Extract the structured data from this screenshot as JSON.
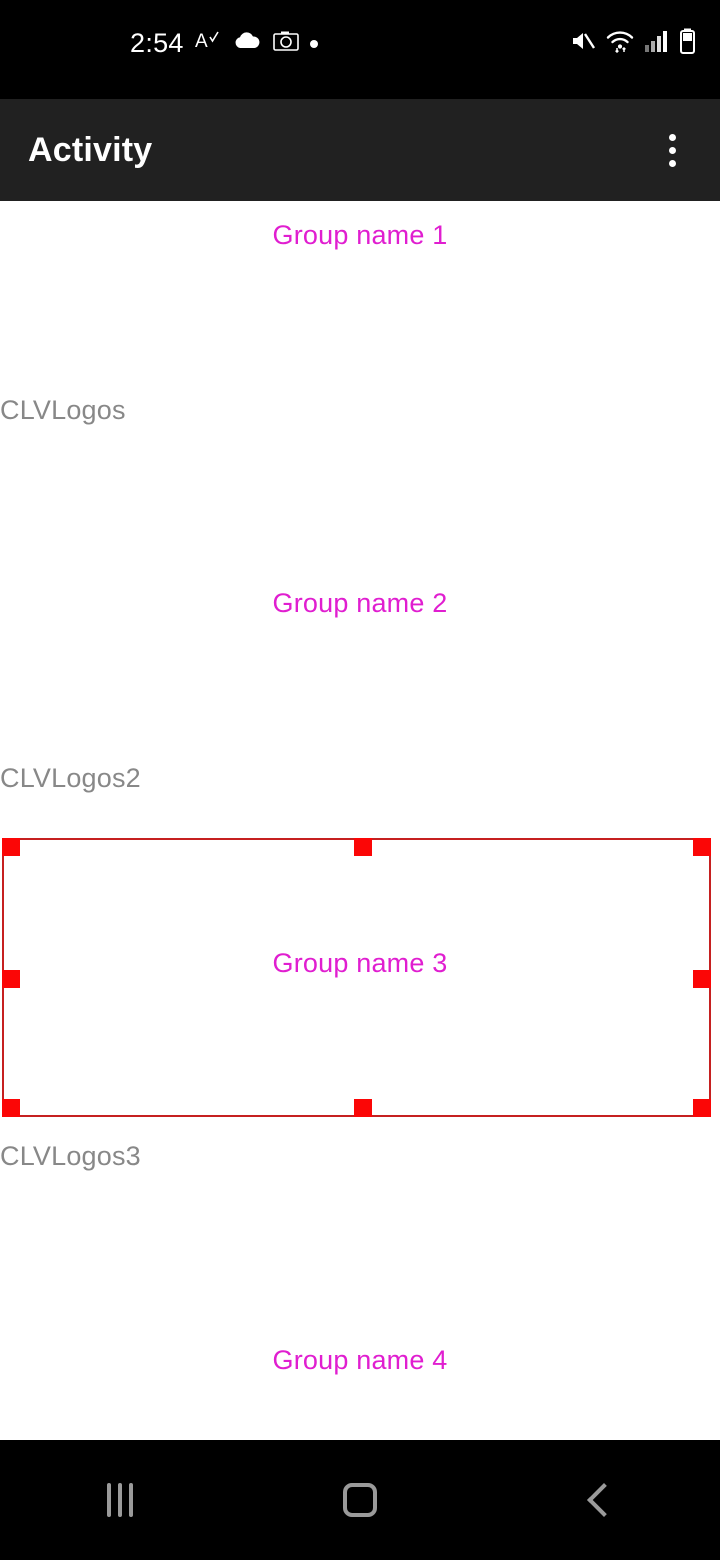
{
  "status_bar": {
    "time": "2:54",
    "left_icons": [
      "spellcheck-a-icon",
      "cloud-icon",
      "camera-icon",
      "dot-indicator-icon"
    ],
    "right_icons": [
      "volume-mute-icon",
      "wifi-icon",
      "cellular-signal-icon",
      "battery-icon"
    ],
    "background_color": "#000000",
    "foreground_color": "#ffffff"
  },
  "app_bar": {
    "title": "Activity",
    "overflow_menu_label": "More options",
    "background_color": "#212121",
    "title_color": "#ffffff"
  },
  "content": {
    "group_color": "#e01ed0",
    "label_color": "#888888",
    "groups": [
      {
        "group_label": "Group name 1",
        "item_label": "CLVLogos",
        "selected": false
      },
      {
        "group_label": "Group name 2",
        "item_label": "CLVLogos2",
        "selected": true
      },
      {
        "group_label": "Group name 3",
        "item_label": "CLVLogos3",
        "selected": false
      },
      {
        "group_label": "Group name 4",
        "item_label": "",
        "selected": false
      }
    ]
  },
  "selection": {
    "border_color": "#c62020",
    "handle_color": "#fb0606",
    "handle_count": 8,
    "handles": [
      "top-left",
      "top-center",
      "top-right",
      "middle-left",
      "middle-right",
      "bottom-left",
      "bottom-center",
      "bottom-right"
    ]
  },
  "nav_bar": {
    "background_color": "#000000",
    "icon_color": "#9a9a9a",
    "buttons": [
      {
        "name": "recents-button",
        "label": "Recents"
      },
      {
        "name": "home-button",
        "label": "Home"
      },
      {
        "name": "back-button",
        "label": "Back"
      }
    ]
  }
}
